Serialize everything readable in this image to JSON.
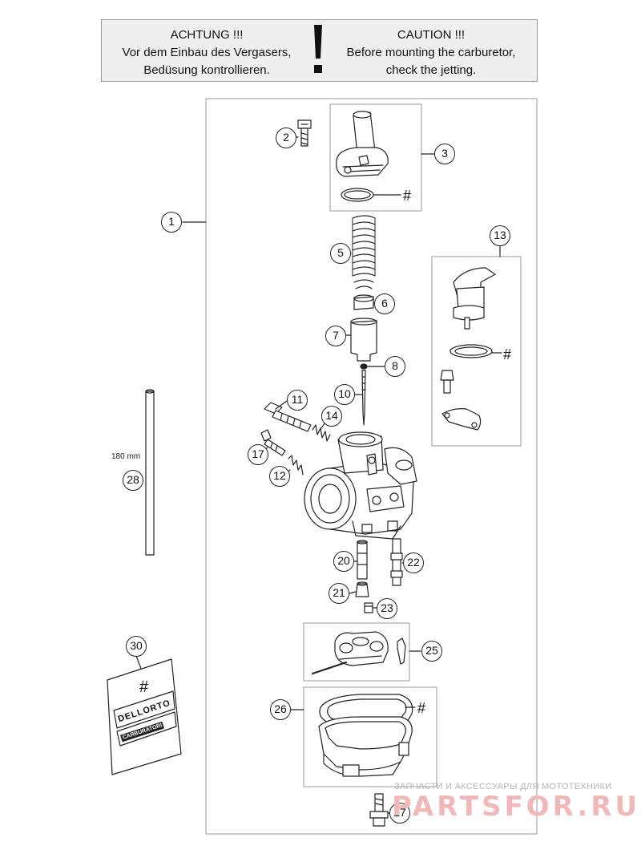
{
  "warning": {
    "de_title": "ACHTUNG !!!",
    "de_line1": "Vor dem Einbau des Vergasers,",
    "de_line2": "Bedüsung kontrollieren.",
    "en_title": "CAUTION !!!",
    "en_line1": "Before mounting the carburetor,",
    "en_line2": "check the jetting."
  },
  "callouts": [
    {
      "id": "c1",
      "label": "1"
    },
    {
      "id": "c2",
      "label": "2"
    },
    {
      "id": "c3",
      "label": "3"
    },
    {
      "id": "c5",
      "label": "5"
    },
    {
      "id": "c6",
      "label": "6"
    },
    {
      "id": "c7",
      "label": "7"
    },
    {
      "id": "c8",
      "label": "8"
    },
    {
      "id": "c10",
      "label": "10"
    },
    {
      "id": "c11",
      "label": "11"
    },
    {
      "id": "c12",
      "label": "12"
    },
    {
      "id": "c13",
      "label": "13"
    },
    {
      "id": "c14",
      "label": "14"
    },
    {
      "id": "c17",
      "label": "17"
    },
    {
      "id": "c20",
      "label": "20"
    },
    {
      "id": "c21",
      "label": "21"
    },
    {
      "id": "c22",
      "label": "22"
    },
    {
      "id": "c23",
      "label": "23"
    },
    {
      "id": "c25",
      "label": "25"
    },
    {
      "id": "c26",
      "label": "26"
    },
    {
      "id": "c27",
      "label": "27"
    },
    {
      "id": "c28",
      "label": "28"
    },
    {
      "id": "c30",
      "label": "30"
    }
  ],
  "hash_mark": "#",
  "hose_length": "180 mm",
  "kit_package": {
    "hash": "#",
    "brand": "DELLORTO",
    "banner": "CARBURATORI"
  },
  "watermark": {
    "line1": "ЗАПЧАСТИ И АКСЕССУАРЫ ДЛЯ МОТОТЕХНИКИ",
    "line2": "PARTSFOR.RU"
  },
  "colors": {
    "line": "#222222",
    "frame": "#9a9a9a",
    "warning_bg": "#efefef",
    "watermark_red": "#f0b8b8",
    "watermark_gray": "#b5b5b5"
  }
}
